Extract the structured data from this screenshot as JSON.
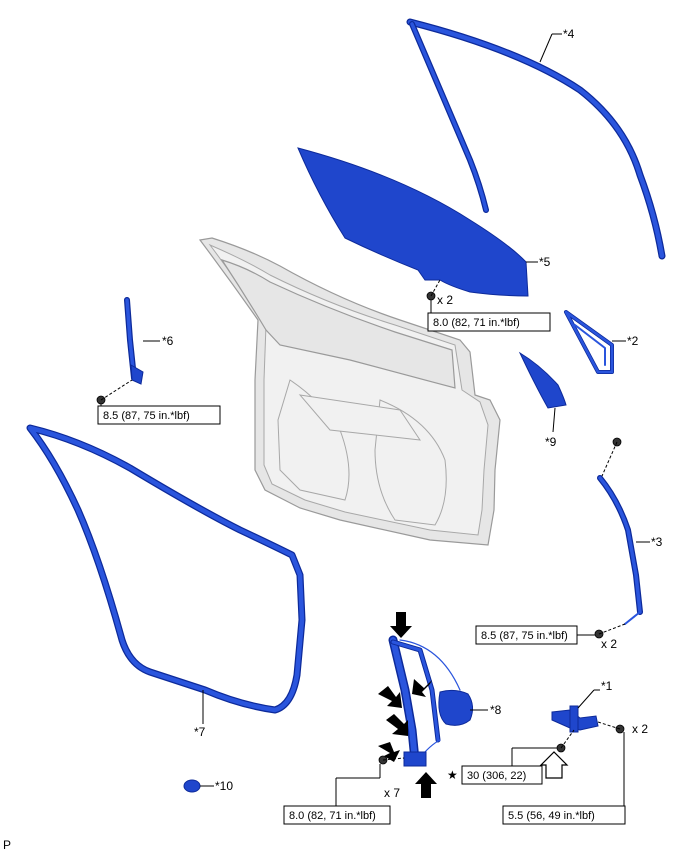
{
  "parts": [
    {
      "id": "p1",
      "label": "*1"
    },
    {
      "id": "p2",
      "label": "*2"
    },
    {
      "id": "p3",
      "label": "*3"
    },
    {
      "id": "p4",
      "label": "*4"
    },
    {
      "id": "p5",
      "label": "*5"
    },
    {
      "id": "p6",
      "label": "*6"
    },
    {
      "id": "p7",
      "label": "*7"
    },
    {
      "id": "p8",
      "label": "*8"
    },
    {
      "id": "p9",
      "label": "*9"
    },
    {
      "id": "p10",
      "label": "*10"
    }
  ],
  "torques": {
    "glass": "8.0 (82, 71 in.*lbf)",
    "rear_sash": "8.5 (87, 75 in.*lbf)",
    "front_sash": "8.5 (87, 75 in.*lbf)",
    "regulator": "8.0 (82, 71 in.*lbf)",
    "motor_star": "30 (306, 22)",
    "motor_bolt": "5.5 (56, 49 in.*lbf)"
  },
  "quantities": {
    "glass": "x 2",
    "front_sash": "x 2",
    "regulator": "x 7",
    "motor_bolt": "x 2"
  },
  "star_symbol": "★",
  "corner_code": "P"
}
